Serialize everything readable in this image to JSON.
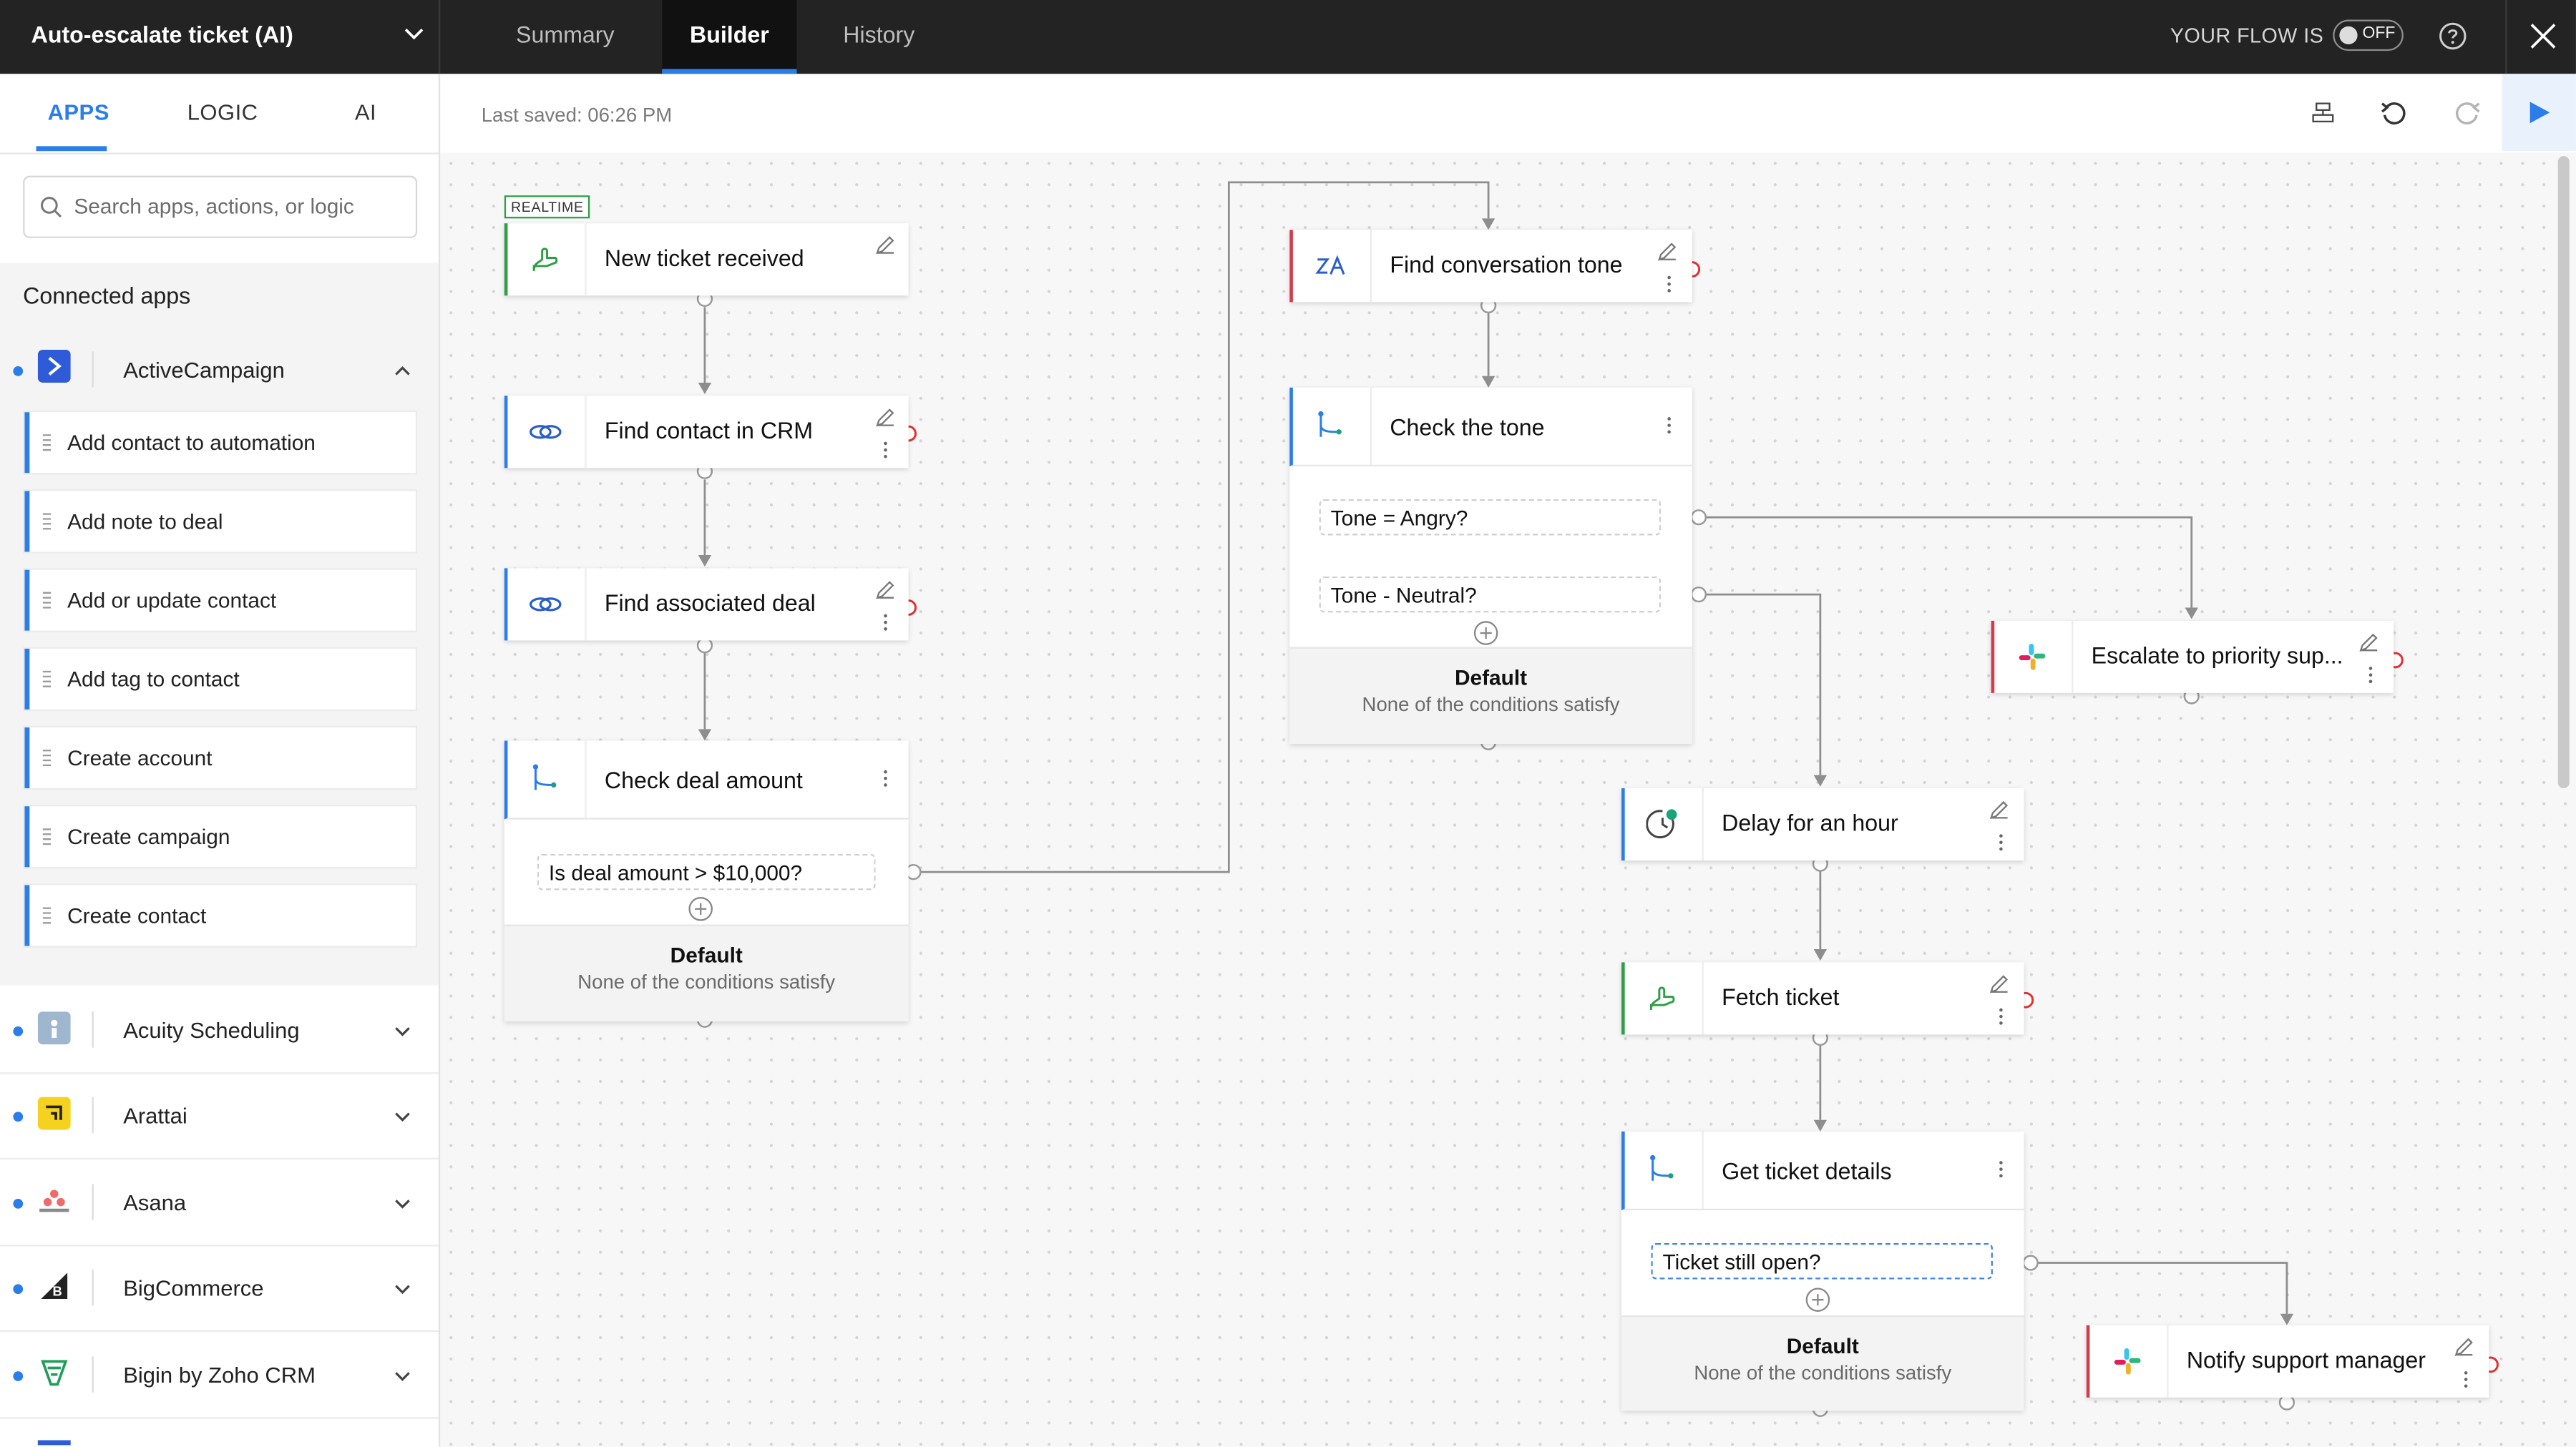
{
  "header": {
    "flow_name": "Auto-escalate ticket (AI)",
    "tabs": [
      {
        "label": "Summary",
        "active": false
      },
      {
        "label": "Builder",
        "active": true
      },
      {
        "label": "History",
        "active": false
      }
    ],
    "flow_status_label": "YOUR FLOW IS",
    "toggle_state": "OFF"
  },
  "sidebar": {
    "tabs": [
      {
        "label": "APPS",
        "active": true
      },
      {
        "label": "LOGIC",
        "active": false
      },
      {
        "label": "AI",
        "active": false
      }
    ],
    "search_placeholder": "Search apps, actions, or logic",
    "connected_title": "Connected apps",
    "expanded_app": {
      "name": "ActiveCampaign",
      "actions": [
        "Add contact to automation",
        "Add note to deal",
        "Add or update contact",
        "Add tag to contact",
        "Create account",
        "Create campaign",
        "Create contact"
      ]
    },
    "apps": [
      "Acuity Scheduling",
      "Arattai",
      "Asana",
      "BigCommerce",
      "Bigin by Zoho CRM"
    ]
  },
  "toolbar": {
    "last_saved": "Last saved: 06:26 PM"
  },
  "flow": {
    "trigger_badge": "REALTIME",
    "nodes": {
      "new_ticket": "New ticket received",
      "find_contact": "Find contact in CRM",
      "find_deal": "Find associated deal",
      "check_deal": "Check deal amount",
      "find_tone": "Find conversation tone",
      "check_tone": "Check the tone",
      "escalate": "Escalate to priority sup...",
      "delay": "Delay for an hour",
      "fetch_ticket": "Fetch ticket",
      "get_details": "Get ticket details",
      "notify": "Notify support manager"
    },
    "conditions": {
      "deal_amount": "Is deal amount > $10,000?",
      "tone_angry": "Tone = Angry?",
      "tone_neutral": "Tone - Neutral?",
      "ticket_open": "Ticket still open?"
    },
    "default_label": "Default",
    "default_sub": "None of the conditions satisfy"
  },
  "colors": {
    "accent": "#2b7de9",
    "trigger_green": "#2e9e47",
    "ai_red": "#d83a4a",
    "error_red": "#e03131"
  }
}
